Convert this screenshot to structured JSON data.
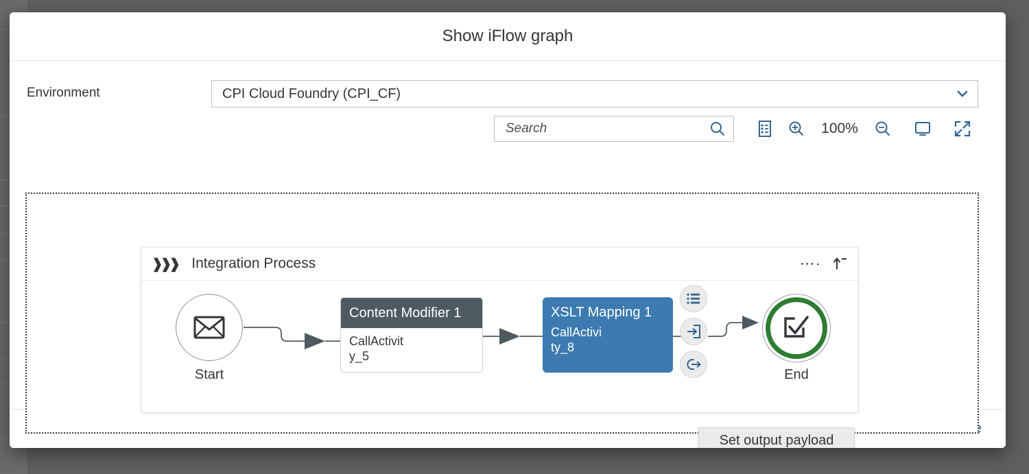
{
  "dialog": {
    "title": "Show iFlow graph",
    "close_label": "Close"
  },
  "environment": {
    "label": "Environment",
    "selected_value": "CPI Cloud Foundry (CPI_CF)",
    "chevron_icon": "chevron-down-icon"
  },
  "toolbar": {
    "search": {
      "placeholder": "Search",
      "value": "",
      "icon": "search-icon"
    },
    "legend_icon": "legend-list-icon",
    "zoom_in_icon": "zoom-in-icon",
    "zoom_level": "100%",
    "zoom_out_icon": "zoom-out-icon",
    "fit_screen_icon": "monitor-icon",
    "fullscreen_icon": "expand-fullscreen-icon"
  },
  "graph": {
    "process": {
      "icon": "triple-chevron-icon",
      "title": "Integration Process",
      "overflow_icon": "four-dots-icon",
      "collapse_icon": "arrow-up-minimize-icon"
    },
    "nodes": [
      {
        "id": "start",
        "type": "start-event",
        "icon": "envelope-icon",
        "label": "Start"
      },
      {
        "id": "content-modifier-1",
        "type": "call-activity",
        "title": "Content Modifier 1",
        "subtitle_line1": "CallActivi",
        "subtitle_line2": "ty_5",
        "header_color": "#4e5a61"
      },
      {
        "id": "xslt-mapping-1",
        "type": "call-activity",
        "title": "XSLT Mapping 1",
        "subtitle_line1": "CallActi",
        "subtitle_line2": "vity_8",
        "fill_color": "#3d7ab0",
        "selected": true
      },
      {
        "id": "end",
        "type": "end-event",
        "icon": "checkbox-check-icon",
        "label": "End",
        "ring_color": "#2e7d32"
      }
    ],
    "actions": [
      {
        "id": "show-properties",
        "icon": "list-icon"
      },
      {
        "id": "set-input-payload",
        "icon": "sign-in-arrow-icon"
      },
      {
        "id": "set-output-payload",
        "icon": "sign-out-arrow-icon"
      }
    ],
    "tooltip": {
      "text": "Set output payload"
    }
  },
  "colors": {
    "accent_blue": "#275d8b",
    "node_blue": "#3d7ab0",
    "node_dark": "#4e5a61",
    "end_green": "#2e7d32",
    "connector": "#4e5a61"
  }
}
